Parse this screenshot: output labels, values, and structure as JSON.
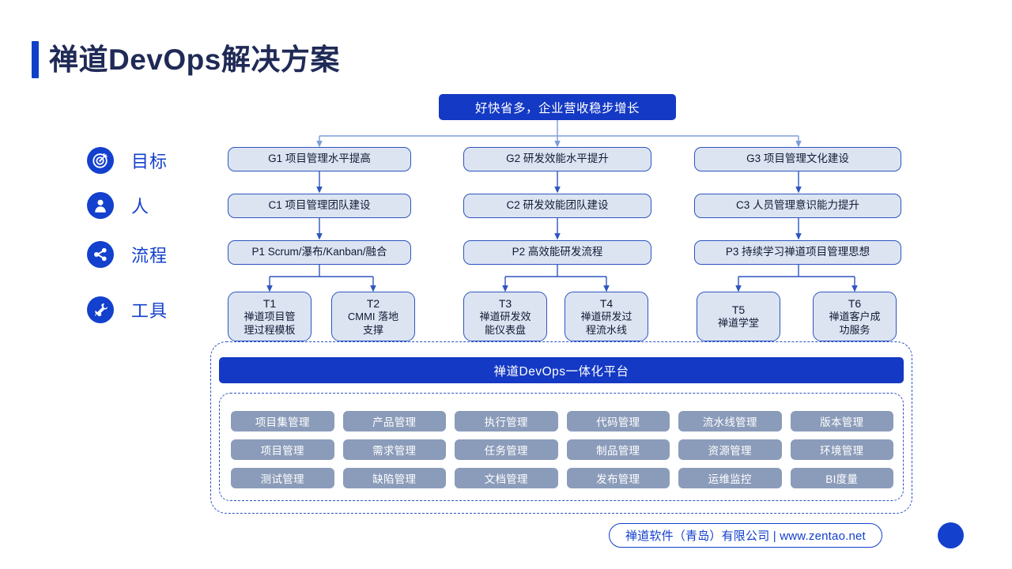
{
  "page": {
    "title": "禅道DevOps解决方案",
    "accent_color": "#1140c8",
    "title_color": "#1f2a56",
    "box_fill": "#dce4f2",
    "box_border": "#2d55c0",
    "banner_color": "#1439c4",
    "tag_color": "#8b9cba"
  },
  "banner": {
    "text": "好快省多，企业营收稳步增长"
  },
  "rail": {
    "items": [
      {
        "icon": "target-icon",
        "label": "目标"
      },
      {
        "icon": "person-icon",
        "label": "人"
      },
      {
        "icon": "share-network-icon",
        "label": "流程"
      },
      {
        "icon": "tools-icon",
        "label": "工具"
      }
    ]
  },
  "flow": {
    "goals": [
      {
        "text": "G1 项目管理水平提高"
      },
      {
        "text": "G2 研发效能水平提升"
      },
      {
        "text": "G3 项目管理文化建设"
      }
    ],
    "people": [
      {
        "text": "C1 项目管理团队建设"
      },
      {
        "text": "C2 研发效能团队建设"
      },
      {
        "text": "C3 人员管理意识能力提升"
      }
    ],
    "process": [
      {
        "text": "P1 Scrum/瀑布/Kanban/融合"
      },
      {
        "text": "P2 高效能研发流程"
      },
      {
        "text": "P3 持续学习禅道项目管理思想"
      }
    ],
    "tools": [
      {
        "code": "T1",
        "name_line1": "禅道项目管",
        "name_line2": "理过程模板"
      },
      {
        "code": "T2",
        "name_line1": "CMMI 落地",
        "name_line2": "支撑"
      },
      {
        "code": "T3",
        "name_line1": "禅道研发效",
        "name_line2": "能仪表盘"
      },
      {
        "code": "T4",
        "name_line1": "禅道研发过",
        "name_line2": "程流水线"
      },
      {
        "code": "T5",
        "name_line1": "禅道学堂",
        "name_line2": ""
      },
      {
        "code": "T6",
        "name_line1": "禅道客户成",
        "name_line2": "功服务"
      }
    ]
  },
  "platform": {
    "title": "禅道DevOps一体化平台",
    "tags": [
      "项目集管理",
      "产品管理",
      "执行管理",
      "代码管理",
      "流水线管理",
      "版本管理",
      "项目管理",
      "需求管理",
      "任务管理",
      "制品管理",
      "资源管理",
      "环境管理",
      "测试管理",
      "缺陷管理",
      "文档管理",
      "发布管理",
      "运维监控",
      "BI度量"
    ]
  },
  "footer": {
    "text": "禅道软件（青岛）有限公司 | www.zentao.net"
  }
}
